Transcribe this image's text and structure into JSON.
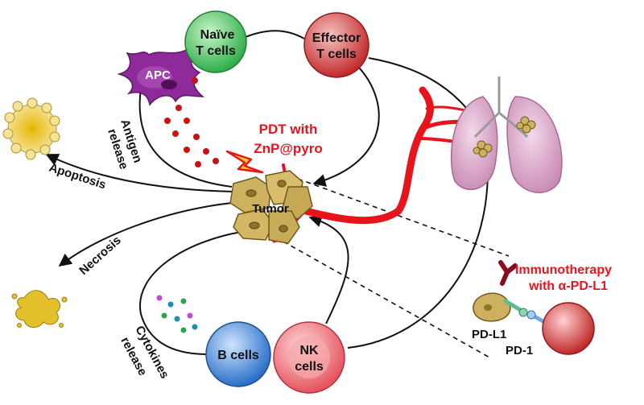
{
  "cells": {
    "naive_line1": "Naïve",
    "naive_line2": "T cells",
    "effector_line1": "Effector",
    "effector_line2": "T cells",
    "apc": "APC",
    "tumor": "Tumor",
    "b_cells": "B cells",
    "nk_line1": "NK",
    "nk_line2": "cells"
  },
  "labels": {
    "pdt_line1": "PDT with",
    "pdt_line2": "ZnP@pyro",
    "antigen_line1": "Antigen",
    "antigen_line2": "release",
    "apoptosis": "Apoptosis",
    "necrosis": "Necrosis",
    "cytokines_line1": "Cytokines",
    "cytokines_line2": "release",
    "immuno_line1": "Immunotherapy",
    "immuno_line2": "with α-PD-L1",
    "pdl1": "PD-L1",
    "pd1": "PD-1"
  },
  "colors": {
    "accent_red": "#e8141b",
    "naive_green": "#3cc45c",
    "effector_red": "#d23a3a",
    "apc_purple": "#8e2a9a",
    "tumor_tan": "#cdb160",
    "b_cell_blue": "#2f7fd6",
    "nk_pink": "#ef6f77",
    "lung_pink": "#d9a3c6"
  }
}
